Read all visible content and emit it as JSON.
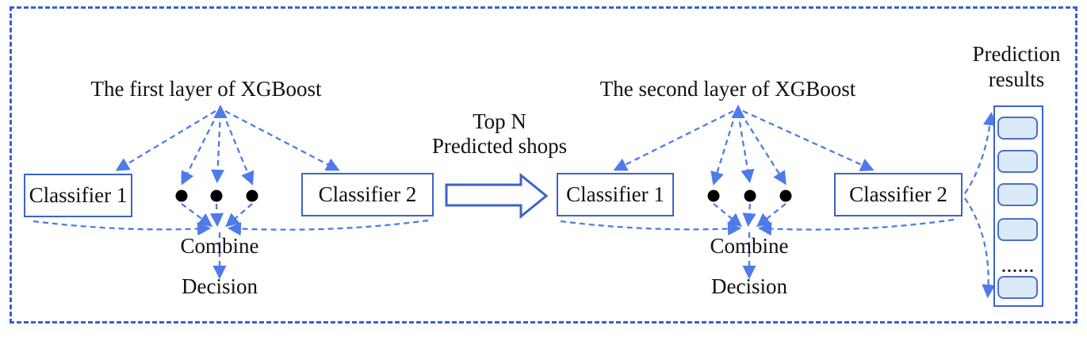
{
  "layer1": {
    "title": "The first layer of XGBoost",
    "classifier1_label": "Classifier 1",
    "classifier2_label": "Classifier 2",
    "combine_label": "Combine",
    "decision_label": "Decision"
  },
  "layer2": {
    "title": "The second layer of XGBoost",
    "classifier1_label": "Classifier 1",
    "classifier2_label": "Classifier 2",
    "combine_label": "Combine",
    "decision_label": "Decision"
  },
  "transfer": {
    "line1": "Top N",
    "line2": "Predicted shops"
  },
  "prediction": {
    "title": "Prediction results",
    "ellipsis": "......"
  },
  "colors": {
    "dashed_arrow": "#4F7BE8",
    "box_border": "#3D63C9",
    "outer_border": "#3A5FD0",
    "result_item_fill": "#DCE9F8",
    "text": "#111111",
    "dot_fill": "#000000"
  }
}
